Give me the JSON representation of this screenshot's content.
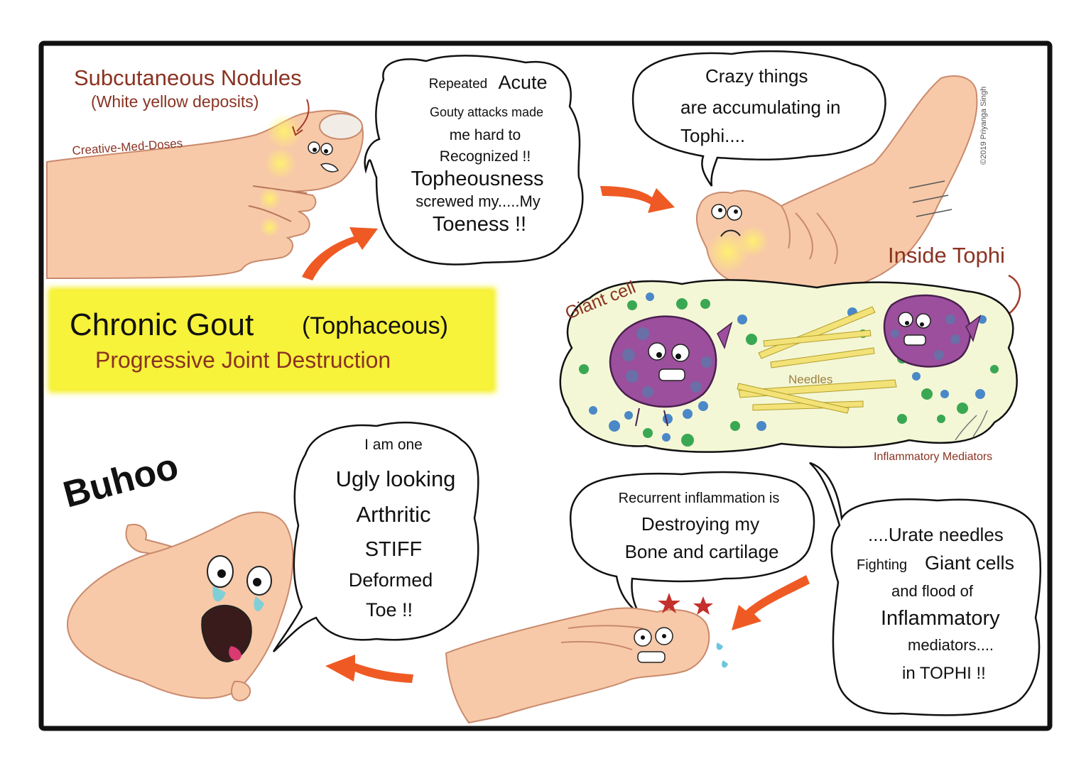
{
  "colors": {
    "frame": "#111111",
    "skin": "#f7c9a8",
    "skin_stroke": "#c98a6c",
    "title_bg": "#f4ef1f",
    "brown_text": "#8a3322",
    "arrow": "#ef5a24",
    "tophi_bg": "#f4f7d6",
    "giant_cell": "#9b4f9c",
    "needle": "#f2e277",
    "dot_green": "#3aa852",
    "dot_blue": "#4a88c8"
  },
  "title_box": {
    "main": "Chronic Gout",
    "paren": "(Tophaceous)",
    "sub": "Progressive Joint Destruction"
  },
  "labels": {
    "nodules": "Subcutaneous Nodules",
    "deposits": "(White yellow deposits)",
    "creator": "Creative-Med-Doses",
    "copyright": "©2019 Priyanga Singh",
    "inside_tophi": "Inside Tophi",
    "giant_cell": "Giant cell",
    "needles": "Needles",
    "mediators": "Inflammatory Mediators",
    "buhoo": "Buhoo"
  },
  "bubbles": {
    "acute": [
      "Repeated",
      "Acute",
      "Gouty attacks made",
      "me hard to",
      "Recognized !!",
      "Topheousness",
      "screwed my.....My",
      "Toeness !!"
    ],
    "crazy": [
      "Crazy things",
      "are accumulating in",
      "Tophi...."
    ],
    "ugly": [
      "I am one",
      "Ugly looking",
      "Arthritic",
      "STIFF",
      "Deformed",
      "Toe !!"
    ],
    "recurrent": [
      "Recurrent inflammation is",
      "Destroying my",
      "Bone and cartilage"
    ],
    "urate": [
      "....Urate needles",
      "Fighting",
      "Giant cells",
      "and flood of",
      "Inflammatory",
      "mediators....",
      "in TOPHI !!"
    ]
  },
  "icons": [
    "curved-arrow-icon",
    "giant-cell-icon",
    "needle-icon",
    "crying-toe-icon",
    "foot-icon",
    "star-icon"
  ]
}
